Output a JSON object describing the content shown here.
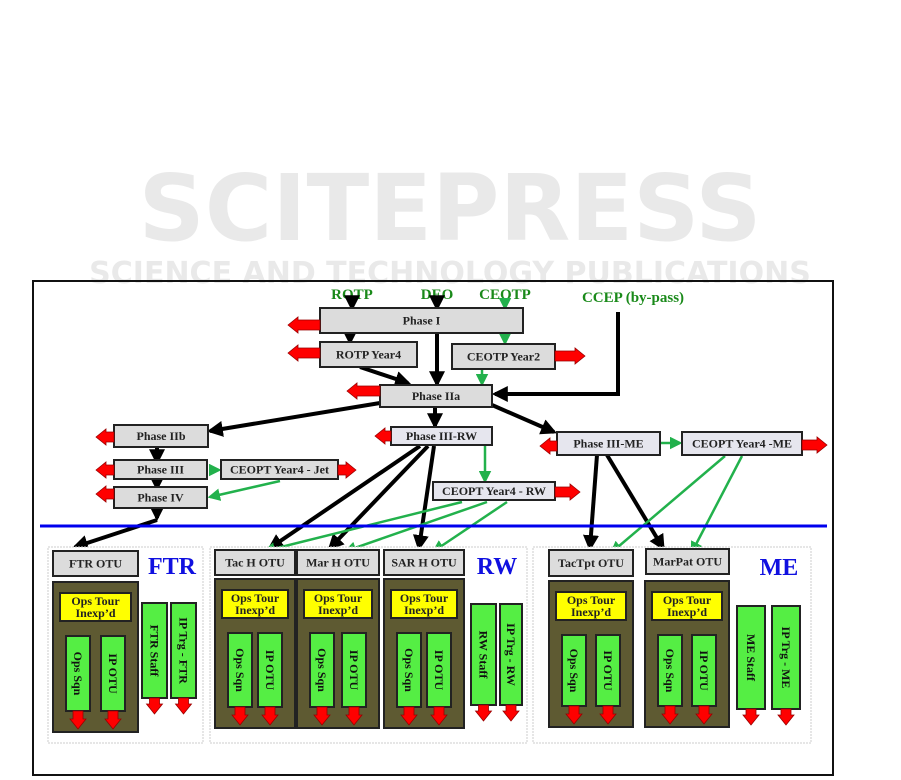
{
  "watermark": {
    "line1": "SCITEPRESS",
    "line2": "SCIENCE AND TECHNOLOGY PUBLICATIONS"
  },
  "inputs": {
    "rotp": "ROTP",
    "deo": "DEO",
    "ceotp": "CEOTP",
    "ccep": "CCEP (by-pass)"
  },
  "nodes": {
    "phase_i": "Phase I",
    "rotp_year4": "ROTP Year4",
    "ceotp_year2": "CEOTP Year2",
    "phase_iia": "Phase IIa",
    "phase_iib": "Phase IIb",
    "phase_iii": "Phase III",
    "ceopt_jet": "CEOPT Year4 - Jet",
    "phase_iv": "Phase IV",
    "phase_iii_rw": "Phase III-RW",
    "ceopt_rw": "CEOPT Year4 - RW",
    "phase_iii_me": "Phase III-ME",
    "ceopt_me": "CEOPT Year4 -ME"
  },
  "groups": {
    "ftr": {
      "label": "FTR",
      "otus": [
        {
          "name": "FTR OTU",
          "ops_tour": "Ops Tour",
          "inexp": "Inexp’d",
          "ops_sqn": "Ops Sqn",
          "ip_otu": "IP OTU"
        }
      ],
      "staff": "FTR Staff",
      "ip_trg": "IP Trg - FTR"
    },
    "rw": {
      "label": "RW",
      "otus": [
        {
          "name": "Tac H OTU",
          "ops_tour": "Ops Tour",
          "inexp": "Inexp’d",
          "ops_sqn": "Ops Sqn",
          "ip_otu": "IP OTU"
        },
        {
          "name": "Mar H OTU",
          "ops_tour": "Ops Tour",
          "inexp": "Inexp’d",
          "ops_sqn": "Ops Sqn",
          "ip_otu": "IP OTU"
        },
        {
          "name": "SAR H OTU",
          "ops_tour": "Ops Tour",
          "inexp": "Inexp’d",
          "ops_sqn": "Ops Sqn",
          "ip_otu": "IP OTU"
        }
      ],
      "staff": "RW Staff",
      "ip_trg": "IP Trg - RW"
    },
    "me": {
      "label": "ME",
      "otus": [
        {
          "name": "TacTpt OTU",
          "ops_tour": "Ops Tour",
          "inexp": "Inexp’d",
          "ops_sqn": "Ops Sqn",
          "ip_otu": "IP OTU"
        },
        {
          "name": "MarPat OTU",
          "ops_tour": "Ops Tour",
          "inexp": "Inexp’d",
          "ops_sqn": "Ops Sqn",
          "ip_otu": "IP OTU"
        }
      ],
      "staff": "ME Staff",
      "ip_trg": "IP Trg - ME"
    }
  },
  "colors": {
    "flow": "#000000",
    "ceopt_flow": "#22b14c",
    "exit_arrow": "#ff0000",
    "divider": "#0000ee",
    "group_label": "#1010e0",
    "input_label": "#1a8a1a"
  }
}
